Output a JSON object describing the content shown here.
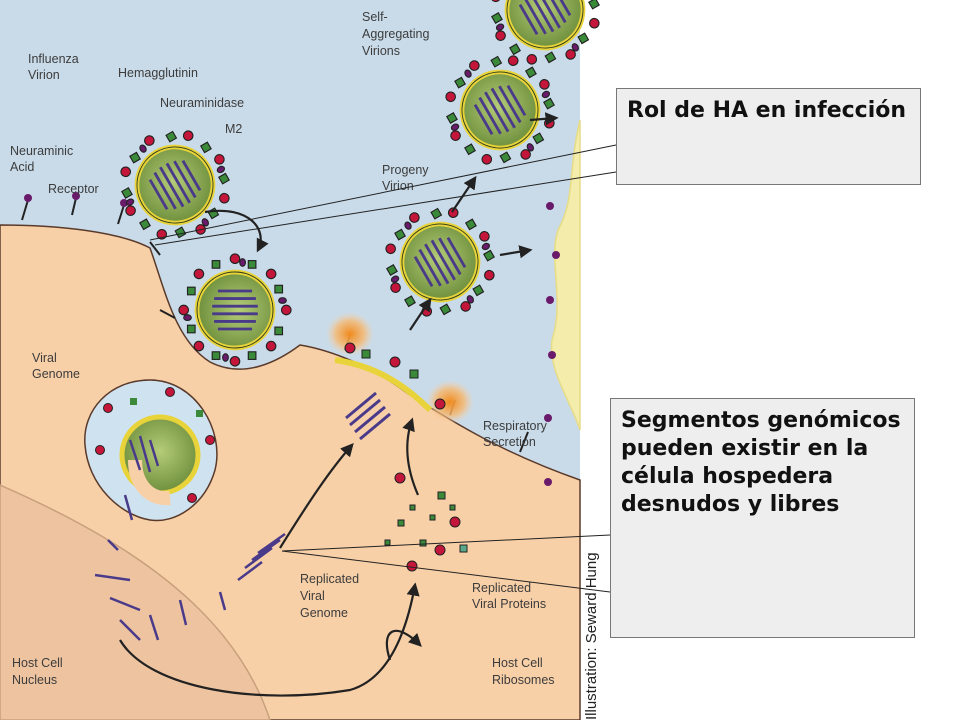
{
  "labels": {
    "influenza_virion": [
      "Influenza",
      "Virion"
    ],
    "hemagglutinin": "Hemagglutinin",
    "neuraminidase": "Neuraminidase",
    "m2": "M2",
    "neuraminic_acid": [
      "Neuraminic",
      "Acid"
    ],
    "receptor": "Receptor",
    "self_aggregating": [
      "Self-",
      "Aggregating",
      "Virions"
    ],
    "progeny_virion": [
      "Progeny",
      "Virion"
    ],
    "viral_genome": [
      "Viral",
      "Genome"
    ],
    "respiratory_secretion": [
      "Respiratory",
      "Secretion"
    ],
    "replicated_genome": [
      "Replicated",
      "Viral",
      "Genome"
    ],
    "replicated_proteins": [
      "Replicated",
      "Viral Proteins"
    ],
    "host_nucleus": [
      "Host Cell",
      "Nucleus"
    ],
    "host_ribosomes": [
      "Host Cell",
      "Ribosomes"
    ],
    "illustration_credit": "Illustration: Seward Hung"
  },
  "callouts": {
    "ha_role": "Rol de HA en infección",
    "segments": "Segmentos genómicos pueden existir en la célula hospedera desnudos y libres"
  },
  "colors": {
    "extracellular": "#c9dbe9",
    "cytoplasm": "#f8d0a8",
    "nucleus": "#eec4a0",
    "virion_fill": "#8fae55",
    "virion_ring": "#e8d43a",
    "hemagglutinin": "#c4163a",
    "neuraminidase": "#3a8a3a",
    "m2": "#6a1a6a",
    "rna": "#4a3a8a"
  }
}
